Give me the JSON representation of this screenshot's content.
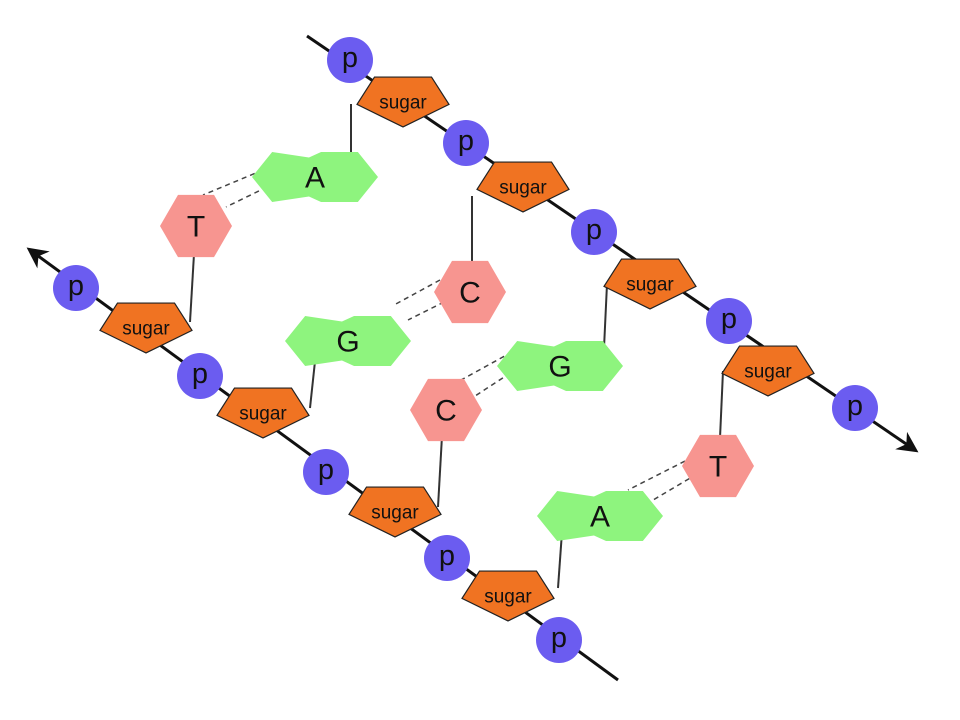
{
  "labels": {
    "phosphate": "p",
    "sugar": "sugar"
  },
  "colors": {
    "phosphate": "#6b5cf0",
    "sugar": "#f07322",
    "purine": "#8ef47e",
    "pyrimidine": "#f79590",
    "backbone": "#111111"
  },
  "base_pairs": [
    {
      "upper": "A",
      "lower": "T",
      "upper_type": "purine",
      "lower_type": "pyrimidine"
    },
    {
      "upper": "C",
      "lower": "G",
      "upper_type": "pyrimidine",
      "lower_type": "purine"
    },
    {
      "upper": "G",
      "lower": "C",
      "upper_type": "purine",
      "lower_type": "pyrimidine"
    },
    {
      "upper": "T",
      "lower": "A",
      "upper_type": "pyrimidine",
      "lower_type": "purine"
    }
  ]
}
